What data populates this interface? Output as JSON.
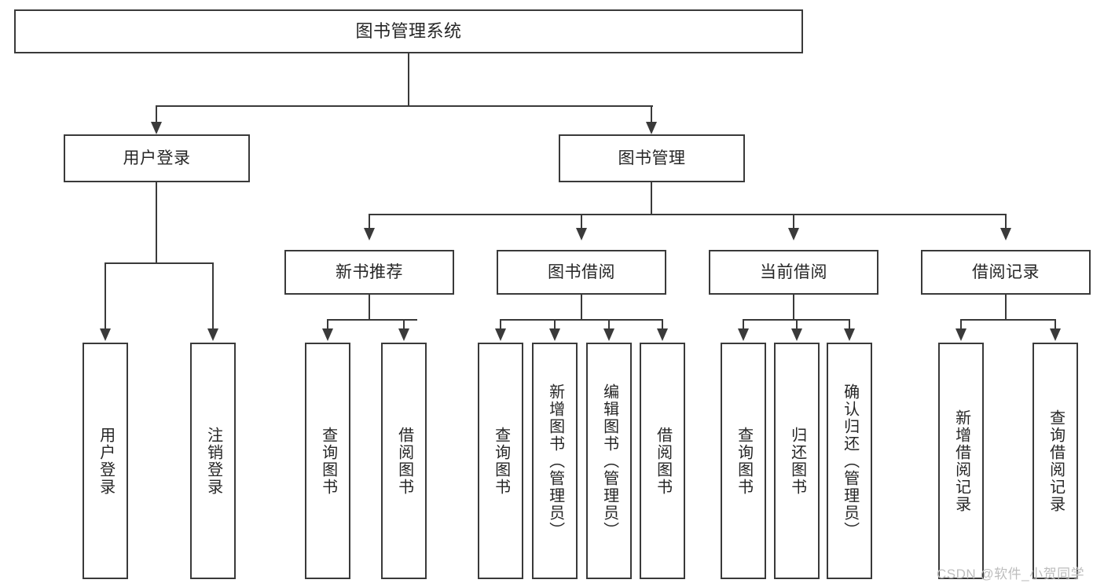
{
  "diagram": {
    "type": "tree",
    "title": "图书管理系统",
    "root": {
      "label": "图书管理系统"
    },
    "level2": [
      {
        "label": "用户登录"
      },
      {
        "label": "图书管理"
      }
    ],
    "level3": [
      {
        "label": "新书推荐"
      },
      {
        "label": "图书借阅"
      },
      {
        "label": "当前借阅"
      },
      {
        "label": "借阅记录"
      }
    ],
    "leaves": {
      "user_login": [
        {
          "label": "用户登录"
        },
        {
          "label": "注销登录"
        }
      ],
      "new_book_recommend": [
        {
          "label": "查询图书"
        },
        {
          "label": "借阅图书"
        }
      ],
      "book_borrow": [
        {
          "label": "查询图书"
        },
        {
          "label": "新增图书（管理员）"
        },
        {
          "label": "编辑图书（管理员）"
        },
        {
          "label": "借阅图书"
        }
      ],
      "current_borrow": [
        {
          "label": "查询图书"
        },
        {
          "label": "归还图书"
        },
        {
          "label": "确认归还（管理员）"
        }
      ],
      "borrow_record": [
        {
          "label": "新增借阅记录"
        },
        {
          "label": "查询借阅记录"
        }
      ]
    }
  },
  "watermark": {
    "text": "CSDN @软件_小贺同学"
  },
  "colors": {
    "border": "#3a3a3a",
    "background": "#ffffff",
    "text": "#262626",
    "watermark": "#bdbdbd"
  }
}
